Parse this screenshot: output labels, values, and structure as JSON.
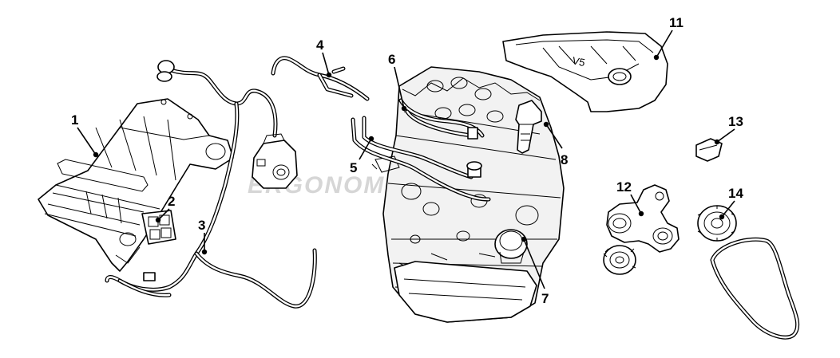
{
  "diagram": {
    "watermark": "ERGONOMICSHOP.RU",
    "cover_marking": "V5",
    "callouts": [
      {
        "id": "callout-1",
        "label": "1"
      },
      {
        "id": "callout-2",
        "label": "2"
      },
      {
        "id": "callout-3",
        "label": "3"
      },
      {
        "id": "callout-4",
        "label": "4"
      },
      {
        "id": "callout-5",
        "label": "5"
      },
      {
        "id": "callout-6",
        "label": "6"
      },
      {
        "id": "callout-7",
        "label": "7"
      },
      {
        "id": "callout-8",
        "label": "8"
      },
      {
        "id": "callout-11",
        "label": "11"
      },
      {
        "id": "callout-12",
        "label": "12"
      },
      {
        "id": "callout-13",
        "label": "13"
      },
      {
        "id": "callout-14",
        "label": "14"
      }
    ]
  }
}
